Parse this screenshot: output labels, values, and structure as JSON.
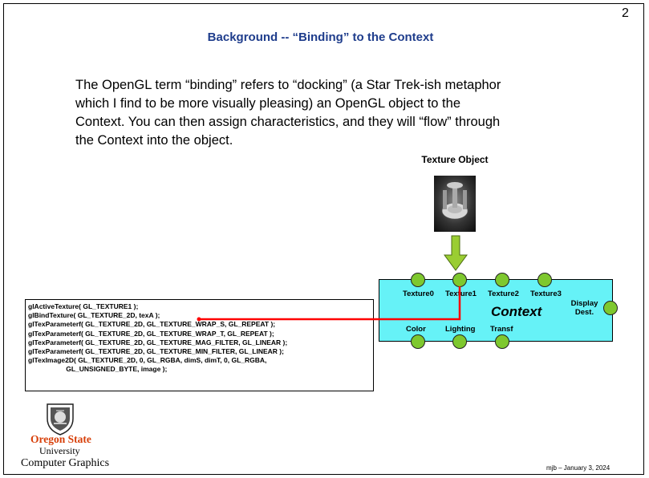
{
  "slide": {
    "page_number": "2",
    "title": "Background -- “Binding” to the Context",
    "body": "The OpenGL term “binding” refers to “docking” (a Star Trek-ish metaphor\nwhich I find to be more visually pleasing) an OpenGL object to the\nContext.  You can then assign characteristics, and they will “flow” through\nthe Context into the object.",
    "footer": "mjb – January 3, 2024"
  },
  "texture_object": {
    "label": "Texture Object"
  },
  "code": [
    "glActiveTexture( GL_TEXTURE1 );",
    "glBindTexture( GL_TEXTURE_2D, texA );",
    "glTexParameterf( GL_TEXTURE_2D, GL_TEXTURE_WRAP_S, GL_REPEAT );",
    "glTexParameterf( GL_TEXTURE_2D, GL_TEXTURE_WRAP_T, GL_REPEAT );",
    "glTexParameterf( GL_TEXTURE_2D, GL_TEXTURE_MAG_FILTER, GL_LINEAR );",
    "glTexParameterf( GL_TEXTURE_2D, GL_TEXTURE_MIN_FILTER, GL_LINEAR );",
    "glTexImage2D( GL_TEXTURE_2D, 0, GL_RGBA, dimS, dimT, 0, GL_RGBA,",
    "                    GL_UNSIGNED_BYTE, image );"
  ],
  "context": {
    "title": "Context",
    "top_ports": [
      "Texture0",
      "Texture1",
      "Texture2",
      "Texture3"
    ],
    "bottom_ports": [
      "Color",
      "Lighting",
      "Transf"
    ],
    "display_line1": "Display",
    "display_line2": "Dest."
  },
  "logo": {
    "name": "Oregon State",
    "university": "University",
    "department": "Computer Graphics"
  },
  "colors": {
    "title": "#1f3d8c",
    "context_fill": "#66f2f7",
    "port_fill": "#7ec82e",
    "bind_line": "#ff0000",
    "osu_orange": "#d73f09"
  },
  "icons": [
    "enterprise-image",
    "down-arrow-icon",
    "osu-logo-icon"
  ]
}
